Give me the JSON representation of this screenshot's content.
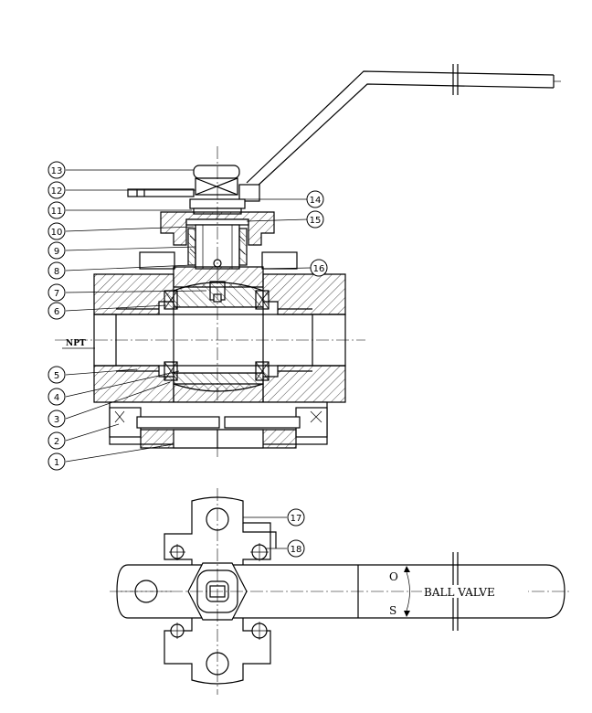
{
  "callouts": {
    "n1": "1",
    "n2": "2",
    "n3": "3",
    "n4": "4",
    "n5": "5",
    "n6": "6",
    "n7": "7",
    "n8": "8",
    "n9": "9",
    "n10": "10",
    "n11": "11",
    "n12": "12",
    "n13": "13",
    "n14": "14",
    "n15": "15",
    "n16": "16",
    "n17": "17",
    "n18": "18"
  },
  "labels": {
    "npt": "NPT",
    "ball_valve": "BALL VALVE",
    "open": "O",
    "shut": "S"
  }
}
